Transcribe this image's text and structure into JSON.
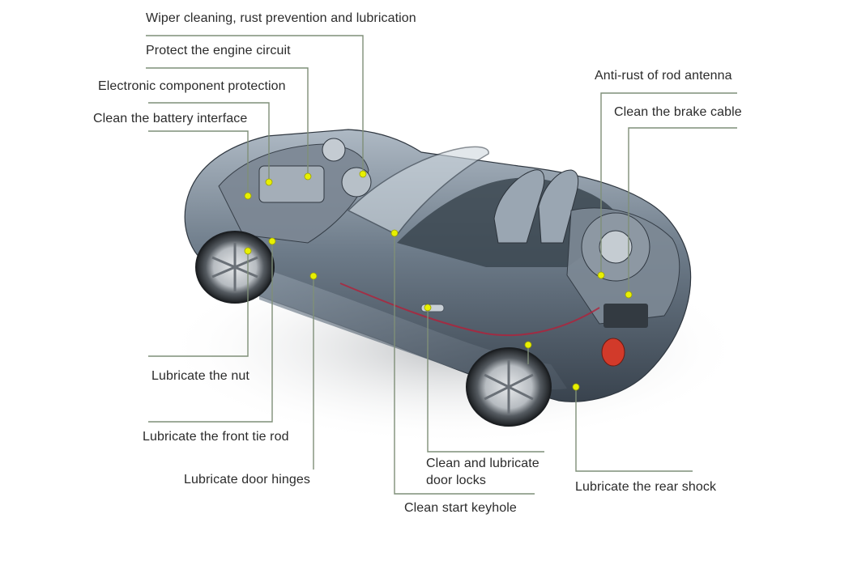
{
  "diagram": {
    "callouts": [
      {
        "id": "wiper",
        "text": "Wiper cleaning, rust prevention and lubrication"
      },
      {
        "id": "engine-circuit",
        "text": "Protect the engine circuit"
      },
      {
        "id": "electronic",
        "text": "Electronic component protection"
      },
      {
        "id": "battery",
        "text": "Clean the battery interface"
      },
      {
        "id": "rod-antenna",
        "text": "Anti-rust of rod antenna"
      },
      {
        "id": "brake-cable",
        "text": "Clean the brake cable"
      },
      {
        "id": "nut",
        "text": "Lubricate the nut"
      },
      {
        "id": "front-tie-rod",
        "text": "Lubricate the front tie rod"
      },
      {
        "id": "door-hinges",
        "text": "Lubricate door hinges"
      },
      {
        "id": "door-locks",
        "lines": [
          "Clean and lubricate",
          "door locks"
        ]
      },
      {
        "id": "rear-shock",
        "text": "Lubricate the rear shock"
      },
      {
        "id": "keyhole",
        "text": "Clean start keyhole"
      }
    ],
    "colors": {
      "leader": "#7f8f78",
      "point": "#e8f000",
      "car_body": "#5c6a78",
      "tail_light": "#d23a2a"
    }
  }
}
